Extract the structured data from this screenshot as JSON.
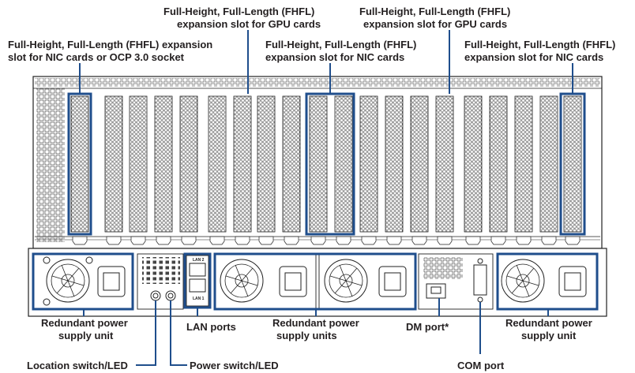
{
  "callouts": {
    "nic_ocp_slot": [
      "Full-Height, Full-Length (FHFL) expansion",
      "slot for NIC cards or OCP 3.0 socket"
    ],
    "gpu_slot_left": [
      "Full-Height, Full-Length (FHFL)",
      "expansion slot for GPU cards"
    ],
    "nic_slot_middle": [
      "Full-Height, Full-Length (FHFL)",
      "expansion slot for NIC cards"
    ],
    "gpu_slot_right": [
      "Full-Height, Full-Length (FHFL)",
      "expansion slot for GPU cards"
    ],
    "nic_slot_right": [
      "Full-Height, Full-Length (FHFL)",
      "expansion slot for NIC cards"
    ],
    "psu_left": [
      "Redundant power",
      "supply unit"
    ],
    "lan_ports": "LAN ports",
    "psu_middle": [
      "Redundant power",
      "supply units"
    ],
    "dm_port": "DM port*",
    "psu_right": [
      "Redundant power",
      "supply unit"
    ],
    "location_switch": "Location switch/LED",
    "power_switch": "Power switch/LED",
    "com_port": "COM port"
  },
  "port_labels": {
    "lan2": "LAN 2",
    "lan1": "LAN 1"
  },
  "colors": {
    "highlight": "#1f4e8c",
    "text": "#231f20",
    "chassis_line": "#222222"
  }
}
